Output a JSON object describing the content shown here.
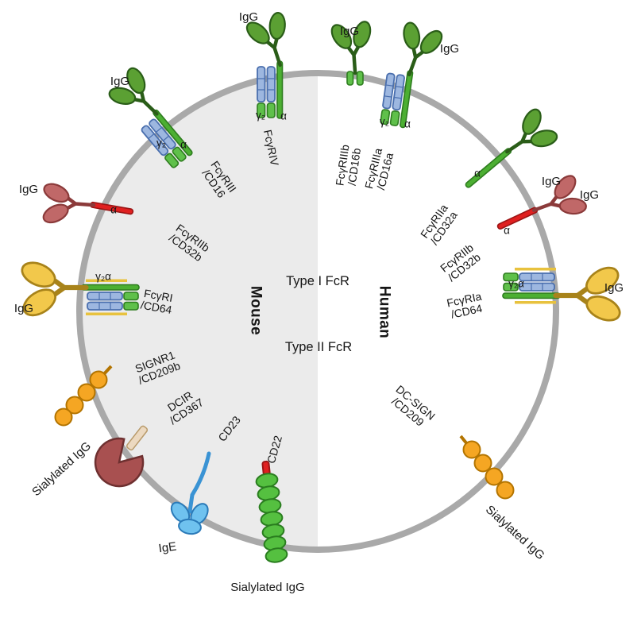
{
  "figure": {
    "center_labels": {
      "mouse": "Mouse",
      "human": "Human",
      "type1": "Type I FcR",
      "type2": "Type II FcR"
    },
    "mouse_receptors": [
      {
        "name": "FcγRIV",
        "chains": [
          "γ₂",
          "α"
        ],
        "ligand": "IgG"
      },
      {
        "name": "FcγRIII\n/CD16",
        "chains": [
          "γ₂",
          "α"
        ],
        "ligand": "IgG"
      },
      {
        "name": "FcγRIIb\n/CD32b",
        "chains": [
          "α"
        ],
        "ligand": "IgG"
      },
      {
        "name": "FcγRI\n/CD64",
        "chains": [
          "γ₂α"
        ],
        "ligand": "IgG"
      },
      {
        "name": "SIGNR1\n/CD209b",
        "ligand": "Sialylated IgG"
      },
      {
        "name": "DCIR\n/CD367"
      },
      {
        "name": "CD23",
        "ligand": "IgE"
      },
      {
        "name": "CD22",
        "ligand": "Sialylated IgG"
      }
    ],
    "human_receptors": [
      {
        "name": "FcγRIIIb\n/CD16b",
        "ligand": "IgG"
      },
      {
        "name": "FcγRIIIa\n/CD16a",
        "chains": [
          "γ₂",
          "α"
        ],
        "ligand": "IgG"
      },
      {
        "name": "FcγRIIa\n/CD32a",
        "chains": [
          "α"
        ],
        "ligand": "IgG"
      },
      {
        "name": "FcγRIIb\n/CD32b",
        "chains": [
          "α"
        ],
        "ligand": "IgG"
      },
      {
        "name": "FcγRIa\n/CD64",
        "chains": [
          "γ₂α"
        ],
        "ligand": "IgG"
      },
      {
        "name": "DC-SIGN\n/CD209",
        "ligand": "Sialylated IgG"
      }
    ],
    "colors": {
      "ring": "#a9a9a9",
      "mouse_half_fill": "#ebebeb",
      "igg_green": "#5ba033",
      "igg_maroon": "#c06868",
      "igg_yellow": "#f2c84b",
      "receptor_blue": "#9db7e0",
      "receptor_green": "#4caf32",
      "receptor_red": "#e02020",
      "lectin_orange": "#f5a623",
      "dcir_red": "#a85050",
      "ige_blue": "#6fc2ef",
      "cd22_green": "#55c040"
    }
  }
}
